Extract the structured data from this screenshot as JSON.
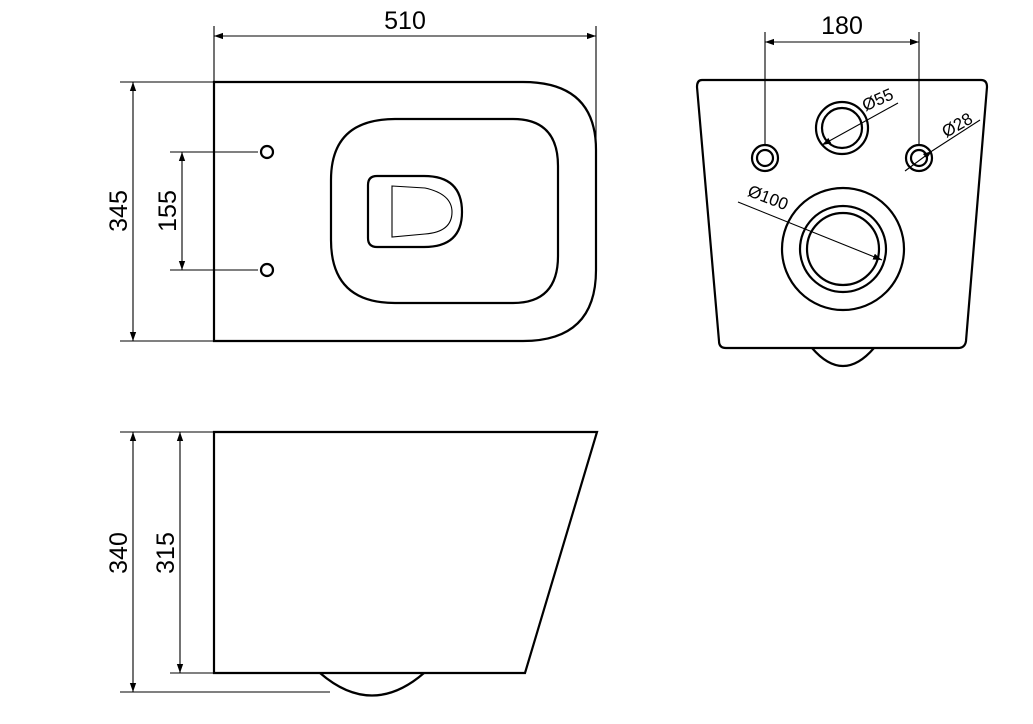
{
  "dimensions": {
    "top_width": "510",
    "top_height": "345",
    "fixing_spacing": "155",
    "rear_spacing": "180",
    "side_height_total": "340",
    "side_height_bowl": "315"
  },
  "diameters": {
    "inlet": "Ø55",
    "fixing_hole": "Ø28",
    "outlet": "Ø100"
  }
}
